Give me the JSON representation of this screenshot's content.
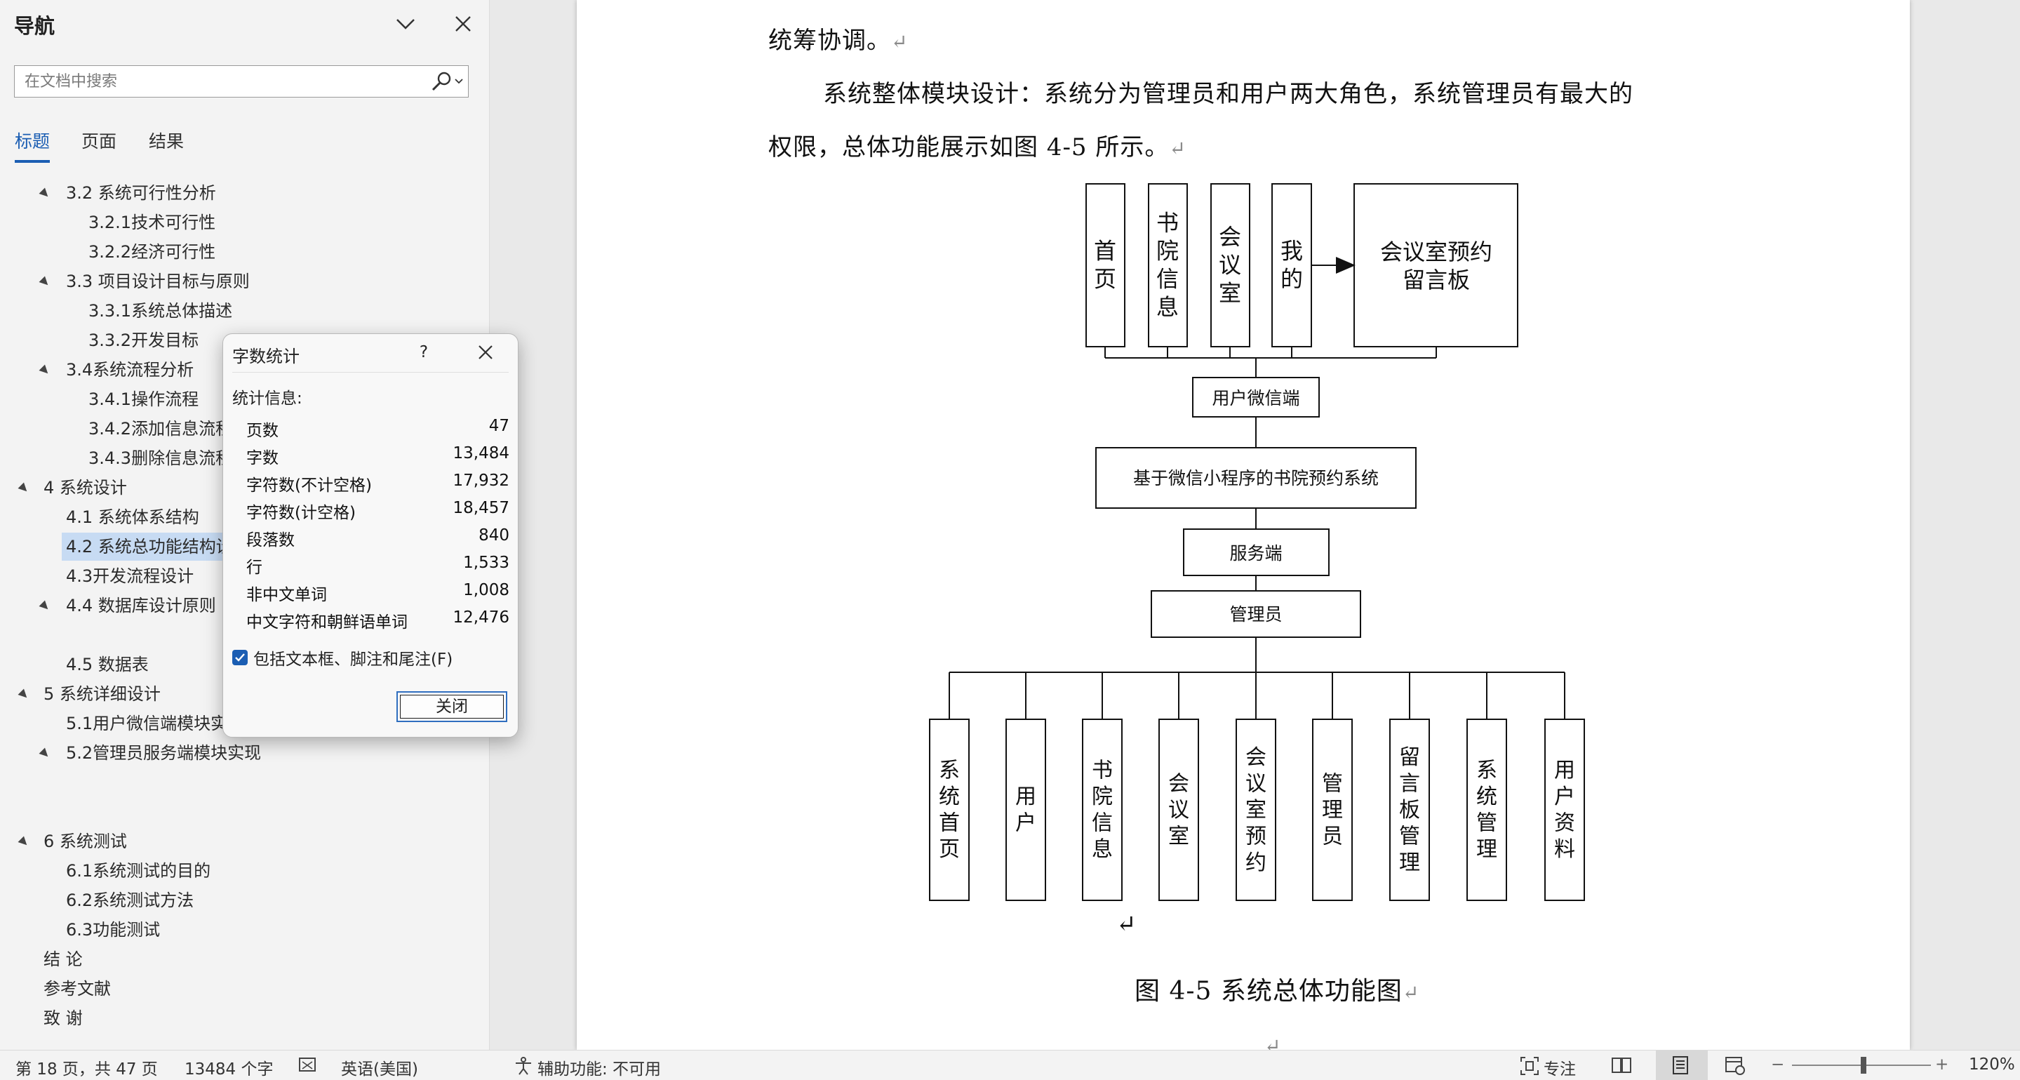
{
  "nav": {
    "title": "导航",
    "search_placeholder": "在文档中搜索",
    "tabs": [
      "标题",
      "页面",
      "结果"
    ],
    "headings": [
      "3.2 系统可行性分析",
      "3.2.1技术可行性",
      "3.2.2经济可行性",
      "3.3 项目设计目标与原则",
      "3.3.1系统总体描述",
      "3.3.2开发目标",
      "3.4系统流程分析",
      "3.4.1操作流程",
      "3.4.2添加信息流程",
      "3.4.3删除信息流程",
      "4 系统设计",
      "4.1 系统体系结构",
      "4.2 系统总功能结构设",
      "4.3开发流程设计",
      "4.4 数据库设计原则",
      "4.5 数据表",
      "5 系统详细设计",
      "5.1用户微信端模块实",
      "5.2管理员服务端模块实现",
      "6  系统测试",
      "6.1系统测试的目的",
      "6.2系统测试方法",
      "6.3功能测试",
      "结  论",
      "参考文献",
      "致  谢"
    ]
  },
  "document": {
    "line1": "统筹协调。",
    "line2": "系统整体模块设计：系统分为管理员和用户两大角色，系统管理员有最大的",
    "line3": "权限，总体功能展示如图 4-5 所示。",
    "caption": "图 4-5  系统总体功能图",
    "pilcrow": "↵",
    "diagram": {
      "top_boxes": [
        "首页",
        "书院信息",
        "会议室",
        "我的"
      ],
      "right_box": [
        "会议室预约",
        "留言板"
      ],
      "client": "用户微信端",
      "system": "基于微信小程序的书院预约系统",
      "server": "服务端",
      "admin": "管理员",
      "bottom_boxes": [
        "系统首页",
        "用户",
        "书院信息",
        "会议室",
        "会议室预约",
        "管理员",
        "留言板管理",
        "系统管理",
        "用户资料"
      ]
    }
  },
  "dialog": {
    "title": "字数统计",
    "help": "?",
    "subtitle": "统计信息:",
    "stats": [
      {
        "label": "页数",
        "value": "47"
      },
      {
        "label": "字数",
        "value": "13,484"
      },
      {
        "label": "字符数(不计空格)",
        "value": "17,932"
      },
      {
        "label": "字符数(计空格)",
        "value": "18,457"
      },
      {
        "label": "段落数",
        "value": "840"
      },
      {
        "label": "行",
        "value": "1,533"
      },
      {
        "label": "非中文单词",
        "value": "1,008"
      },
      {
        "label": "中文字符和朝鲜语单词",
        "value": "12,476"
      }
    ],
    "checkbox_label": "包括文本框、脚注和尾注(F)",
    "checkbox_checked": true,
    "close_button": "关闭"
  },
  "status": {
    "page": "第 18 页，共 47 页",
    "words": "13484 个字",
    "language": "英语(美国)",
    "accessibility": "辅助功能: 不可用",
    "focus": "专注",
    "zoom": "120%",
    "zoom_minus": "−",
    "zoom_plus": "+"
  }
}
